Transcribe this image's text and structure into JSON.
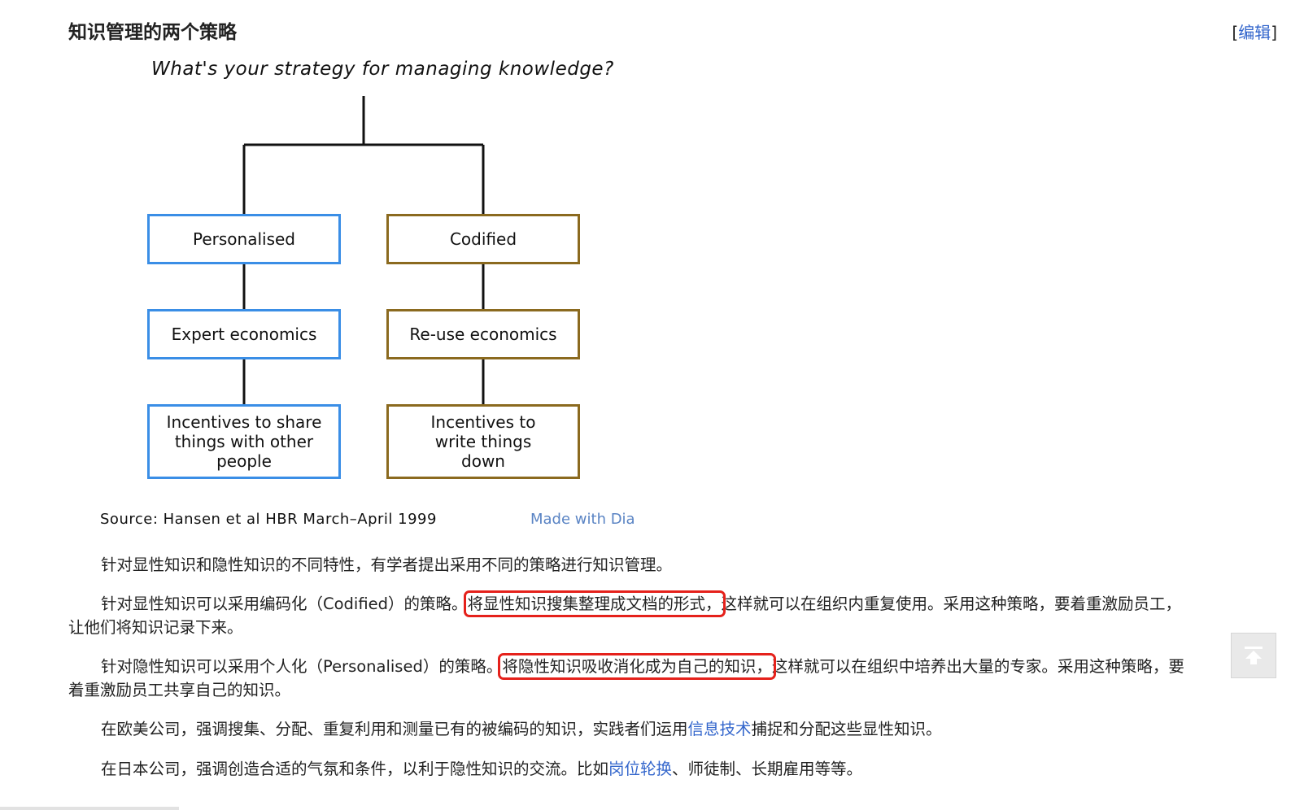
{
  "section": {
    "title": "知识管理的两个策略",
    "edit_bracket_open": "[",
    "edit_label": "编辑",
    "edit_bracket_close": "]"
  },
  "diagram": {
    "heading": "What's your strategy for managing knowledge?",
    "left_column": {
      "color": "#3a8ee6",
      "boxes": [
        "Personalised",
        "Expert economics",
        "Incentives to share things with other people"
      ]
    },
    "right_column": {
      "color": "#8b6a1f",
      "boxes": [
        "Codified",
        "Re-use economics",
        "Incentives to write things down"
      ]
    },
    "source": "Source: Hansen et al HBR March–April 1999",
    "credit": "Made with Dia"
  },
  "paragraphs": {
    "p1": "针对显性知识和隐性知识的不同特性，有学者提出采用不同的策略进行知识管理。",
    "p2_before": "针对显性知识可以采用编码化（Codified）的策略。",
    "p2_highlight": "将显性知识搜集整理成文档的形式，",
    "p2_after": "这样就可以在组织内重复使用。采用这种策略，要着重激励员工，",
    "p2_line2": "让他们将知识记录下来。",
    "p3_before": "针对隐性知识可以采用个人化（Personalised）的策略。",
    "p3_highlight": "将隐性知识吸收消化成为自己的知识，",
    "p3_after": "这样就可以在组织中培养出大量的专家。采用这种策略，要",
    "p3_line2": "着重激励员工共享自己的知识。",
    "p4_before": "在欧美公司，强调搜集、分配、重复利用和测量已有的被编码的知识，实践者们运用",
    "p4_link": "信息技术",
    "p4_after": "捕捉和分配这些显性知识。",
    "p5_before": "在日本公司，强调创造合适的气氛和条件，以利于隐性知识的交流。比如",
    "p5_link": "岗位轮换",
    "p5_after": "、师徒制、长期雇用等等。"
  },
  "colors": {
    "link": "#3366cc",
    "highlight_box": "#e5211b"
  },
  "icons": {
    "back_to_top": "arrow-up-icon"
  }
}
